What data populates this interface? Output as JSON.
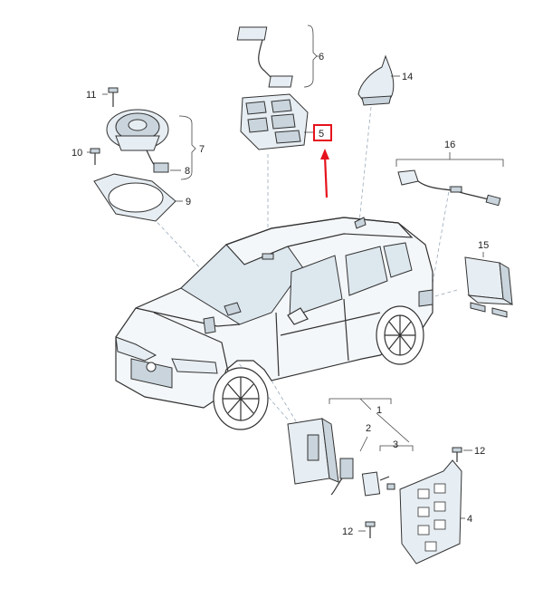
{
  "callouts": {
    "c1": "1",
    "c2": "2",
    "c3": "3",
    "c4": "4",
    "c5": "5",
    "c6": "6",
    "c7": "7",
    "c8": "8",
    "c9": "9",
    "c10": "10",
    "c11": "11",
    "c12a": "12",
    "c12b": "12",
    "c14": "14",
    "c15": "15",
    "c16": "16"
  },
  "colors": {
    "highlight": "#e5121c",
    "line": "#333333",
    "part_fill": "#e7eef3"
  }
}
